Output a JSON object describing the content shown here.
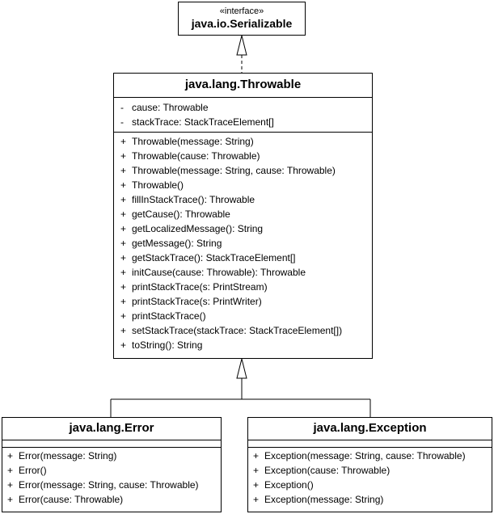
{
  "colors": {
    "line": "#000000",
    "background": "#ffffff"
  },
  "serializable": {
    "stereotype": "«interface»",
    "name": "java.io.Serializable"
  },
  "throwable": {
    "name": "java.lang.Throwable",
    "fields": [
      {
        "vis": "-",
        "text": "cause: Throwable"
      },
      {
        "vis": "-",
        "text": "stackTrace: StackTraceElement[]"
      }
    ],
    "methods": [
      {
        "vis": "+",
        "text": "Throwable(message: String)"
      },
      {
        "vis": "+",
        "text": "Throwable(cause: Throwable)"
      },
      {
        "vis": "+",
        "text": "Throwable(message: String, cause: Throwable)"
      },
      {
        "vis": "+",
        "text": "Throwable()"
      },
      {
        "vis": "+",
        "text": "fillInStackTrace(): Throwable"
      },
      {
        "vis": "+",
        "text": "getCause(): Throwable"
      },
      {
        "vis": "+",
        "text": "getLocalizedMessage(): String"
      },
      {
        "vis": "+",
        "text": "getMessage(): String"
      },
      {
        "vis": "+",
        "text": "getStackTrace(): StackTraceElement[]"
      },
      {
        "vis": "+",
        "text": "initCause(cause: Throwable): Throwable"
      },
      {
        "vis": "+",
        "text": "printStackTrace(s: PrintStream)"
      },
      {
        "vis": "+",
        "text": "printStackTrace(s: PrintWriter)"
      },
      {
        "vis": "+",
        "text": "printStackTrace()"
      },
      {
        "vis": "+",
        "text": "setStackTrace(stackTrace: StackTraceElement[])"
      },
      {
        "vis": "+",
        "text": "toString(): String"
      }
    ]
  },
  "error": {
    "name": "java.lang.Error",
    "methods": [
      {
        "vis": "+",
        "text": "Error(message: String)"
      },
      {
        "vis": "+",
        "text": "Error()"
      },
      {
        "vis": "+",
        "text": "Error(message: String, cause: Throwable)"
      },
      {
        "vis": "+",
        "text": "Error(cause: Throwable)"
      }
    ]
  },
  "exception": {
    "name": "java.lang.Exception",
    "methods": [
      {
        "vis": "+",
        "text": "Exception(message: String, cause: Throwable)"
      },
      {
        "vis": "+",
        "text": "Exception(cause: Throwable)"
      },
      {
        "vis": "+",
        "text": "Exception()"
      },
      {
        "vis": "+",
        "text": "Exception(message: String)"
      }
    ]
  }
}
